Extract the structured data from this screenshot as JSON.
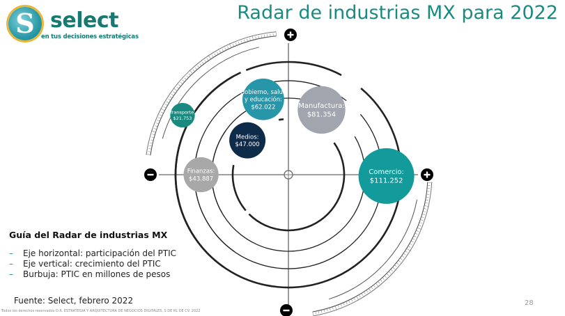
{
  "logo": {
    "brand": "select",
    "tagline": "en tus decisiones estratégicas",
    "mark": "S"
  },
  "title": "Radar de industrias MX para 2022",
  "guide": {
    "title": "Guía del Radar de industrias MX",
    "items": [
      "Eje horizontal: participación del PTIC",
      "Eje vertical: crecimiento del PTIC",
      "Burbuja: PTIC en millones de pesos"
    ],
    "bullet": "–"
  },
  "source": "Fuente: Select, febrero 2022",
  "copyright": "Todos los derechos reservados D.R. ESTRATEGIA Y ARQUITECTURA DE NEGOCIOS DIGITALES, S DE RL DE CV. 2022",
  "page_number": "28",
  "axis_markers": {
    "plus": "+",
    "minus": "−"
  },
  "chart_data": {
    "type": "bubble-radar",
    "title": "Radar de industrias MX para 2022",
    "xlabel": "Participación del PTIC",
    "ylabel": "Crecimiento del PTIC",
    "size_label": "PTIC en millones de pesos",
    "axis_ends": {
      "x_left": "−",
      "x_right": "+",
      "y_top": "+",
      "y_bottom": "−"
    },
    "bubbles": [
      {
        "label": "Transporte:",
        "value_label": "$21.753",
        "value": 21753,
        "x": -0.8,
        "y": 0.45,
        "color": "#1a8a80"
      },
      {
        "label": "Gobierno, salud y educación:",
        "value_label": "$62.022",
        "value": 62022,
        "x": -0.19,
        "y": 0.57,
        "color": "#2696a8"
      },
      {
        "label": "Manufactura:",
        "value_label": "$81.354",
        "value": 81354,
        "x": 0.25,
        "y": 0.49,
        "color": "#a0a5ae"
      },
      {
        "label": "Medios:",
        "value_label": "$47.000",
        "value": 47000,
        "x": -0.31,
        "y": 0.26,
        "color": "#0f2b4a"
      },
      {
        "label": "Finanzas:",
        "value_label": "$43.887",
        "value": 43887,
        "x": -0.66,
        "y": 0.0,
        "color": "#a8a8a8"
      },
      {
        "label": "Comercio:",
        "value_label": "$111.252",
        "value": 111252,
        "x": 0.74,
        "y": -0.01,
        "color": "#139a9a"
      }
    ]
  }
}
